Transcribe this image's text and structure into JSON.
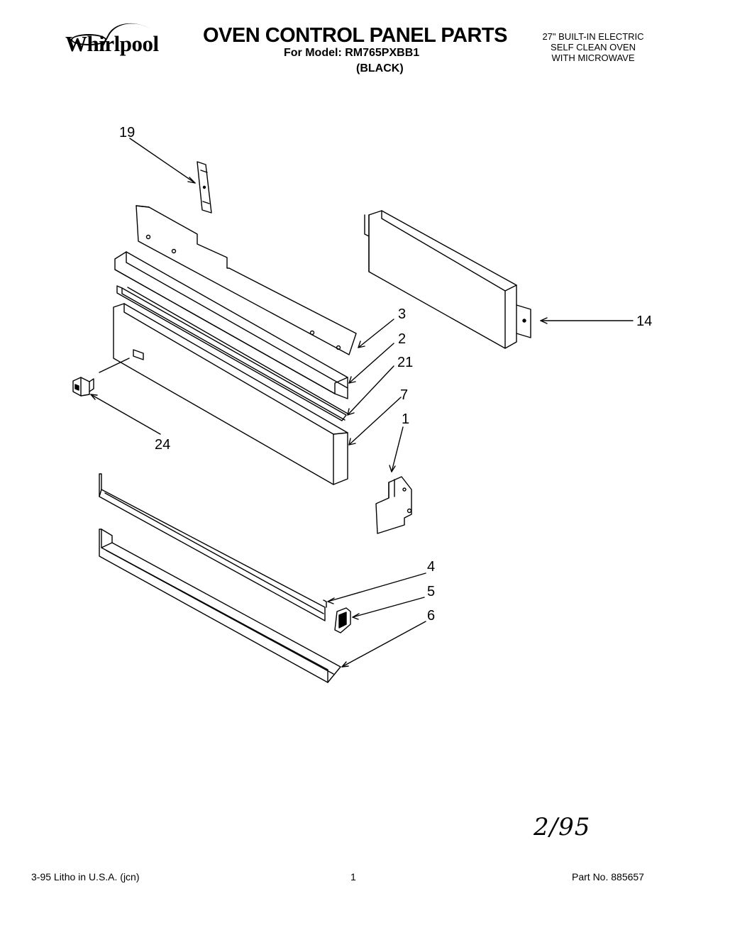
{
  "header": {
    "brand": "Whirlpool",
    "title": "OVEN CONTROL PANEL PARTS",
    "model_line": "For Model: RM765PXBB1",
    "color_line": "(BLACK)",
    "description": [
      "27\" BUILT-IN ELECTRIC",
      "SELF CLEAN OVEN",
      "WITH MICROWAVE"
    ]
  },
  "callouts": {
    "c19": "19",
    "c3": "3",
    "c2": "2",
    "c21": "21",
    "c7": "7",
    "c1": "1",
    "c14": "14",
    "c24": "24",
    "c4": "4",
    "c5": "5",
    "c6": "6"
  },
  "handwritten_note": "2/95",
  "footer": {
    "litho": "3-95  Litho in U.S.A. (jcn)",
    "page": "1",
    "part_no": "Part No. 885657"
  }
}
